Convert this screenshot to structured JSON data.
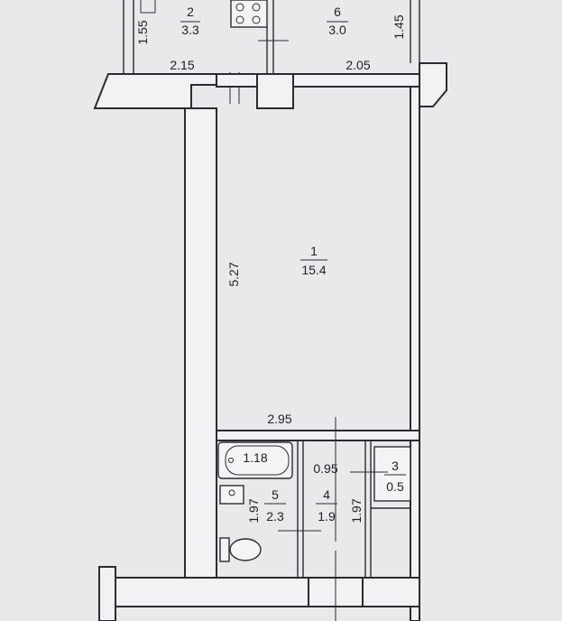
{
  "rooms": [
    {
      "id": "room-2",
      "number": "2",
      "area": "3.3"
    },
    {
      "id": "room-6",
      "number": "6",
      "area": "3.0"
    },
    {
      "id": "room-1",
      "number": "1",
      "area": "15.4"
    },
    {
      "id": "room-3",
      "number": "3",
      "area": "0.5"
    },
    {
      "id": "room-5",
      "number": "5",
      "area": "2.3"
    },
    {
      "id": "room-4",
      "number": "4",
      "area": "1.9"
    }
  ],
  "dimensions": {
    "kitchen_height": "1.55",
    "kitchen_width": "2.15",
    "room6_width": "2.05",
    "room6_height": "1.45",
    "main_height": "5.27",
    "main_width": "2.95",
    "bathtub_length": "1.18",
    "hall_width": "0.95",
    "bath_height": "1.97",
    "hall_height": "1.97"
  }
}
